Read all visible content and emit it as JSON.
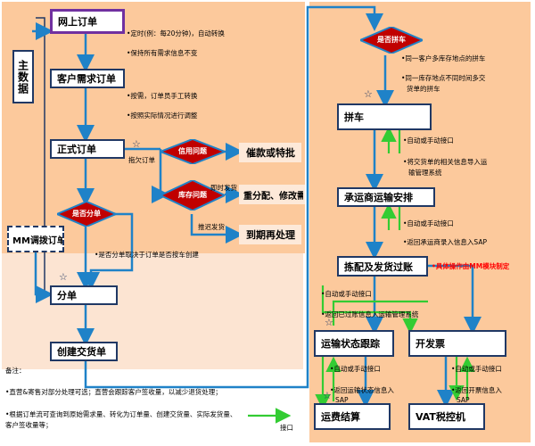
{
  "boxes": {
    "main_data": "主数据",
    "online_order": "网上订单",
    "customer_demand": "客户需求订单",
    "formal_order": "正式订单",
    "mm_order": "MM调拨订单",
    "split_order": "分单",
    "create_delivery": "创建交货单",
    "urge_payment": "催款或特批",
    "reassign": "重分配、修改需求",
    "expire": "到期再处理",
    "consolidate": "拼车",
    "carrier_arrange": "承运商运输安排",
    "pick_ship": "拣配及发货过账",
    "transport_track": "运输状态跟踪",
    "invoice": "开发票",
    "freight_settle": "运费结算",
    "vat_tax": "VAT税控机"
  },
  "diamonds": {
    "credit": "信用问题",
    "stock": "库存问题",
    "split_q": "是否分单",
    "consolidate_q": "是否拼车"
  },
  "texts": {
    "t1": "•定时(例：每20分钟)，自动转换",
    "t2": "•保持所有需求信息不变",
    "t3": "•按需，订单员手工转换",
    "t4": "•按照实际情况进行调整",
    "t5": "拖欠订单",
    "t6": "即时发货",
    "t7": "推迟发货",
    "t8": "•是否分单取决于订单是否按车创建",
    "t9": "•同一客户多库存地点的拼车",
    "t10": "•同一库存地点不同时间多交",
    "t10b": "货单的拼车",
    "t11": "•自动或手动接口",
    "t12": "•将交货单的相关信息导入运",
    "t12b": "输管理系统",
    "t13": "•自动或手动接口",
    "t14": "•返回承运商录入信息入SAP",
    "t15": "•具体操作由MM模块制定",
    "t16": "•自动或手动接口",
    "t17": "•返回已过账信息入运输管理系统",
    "t18": "•自动或手动接口",
    "t19": "•返回运输状态信息入",
    "t19b": "SAP",
    "t20": "•自动或手动接口",
    "t21": "•返回开票信息入",
    "t21b": "SAP",
    "legend": "接口"
  },
  "notes": {
    "title": "备注：",
    "n1": "•直营&寄售对部分处理可选；直营会跟踪客户签收量，以减少退货处理；",
    "n2": "•根据订单流可查询到原始需求量、转化为订单量、创建交货量、实际发货量、",
    "n2b": "客户签收量等；"
  },
  "colors": {
    "panel": "#fcc99c",
    "box_border": "#203864",
    "diamond_fill": "#c00000",
    "flow_arrow": "#1f82c8",
    "interface_arrow": "#33cc33",
    "red_text": "#ff0000"
  },
  "icons": [
    "star-icon"
  ]
}
